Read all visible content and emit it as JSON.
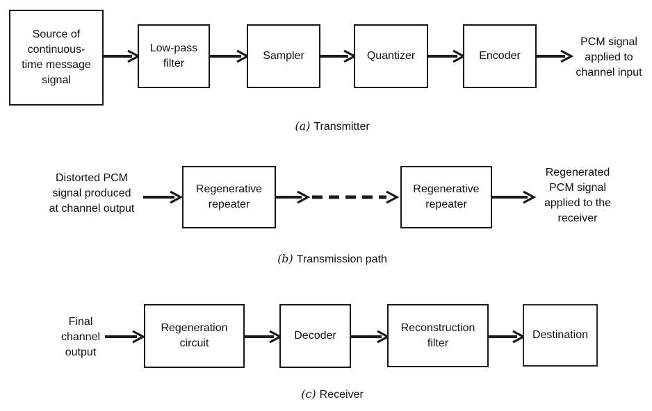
{
  "colors": {
    "line": "#1a1a1a",
    "background": "#ffffff",
    "text": "#111111"
  },
  "sections": [
    {
      "caption_letter": "(a)",
      "caption_text": "Transmitter",
      "blocks": [
        "Source of\ncontinuous-\ntime message\nsignal",
        "Low-pass\nfilter",
        "Sampler",
        "Quantizer",
        "Encoder"
      ],
      "output_label": "PCM signal\napplied to\nchannel input"
    },
    {
      "caption_letter": "(b)",
      "caption_text": "Transmission path",
      "input_label": "Distorted PCM\nsignal produced\nat channel output",
      "blocks": [
        "Regenerative\nrepeater",
        "Regenerative\nrepeater"
      ],
      "output_label": "Regenerated\nPCM signal\napplied to the\nreceiver"
    },
    {
      "caption_letter": "(c)",
      "caption_text": "Receiver",
      "input_label": "Final\nchannel\noutput",
      "blocks": [
        "Regeneration\ncircuit",
        "Decoder",
        "Reconstruction\nfilter",
        "Destination"
      ]
    }
  ]
}
